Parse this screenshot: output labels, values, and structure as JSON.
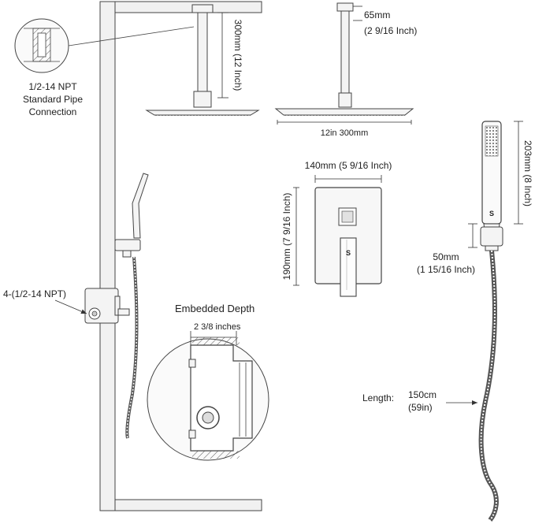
{
  "labels": {
    "npt_line1": "1/2-14 NPT",
    "npt_line2": "Standard Pipe",
    "npt_line3": "Connection",
    "four_npt": "4-(1/2-14 NPT)",
    "arm_height": "300mm (12 Inch)",
    "arm_diameter_mm": "65mm",
    "arm_diameter_in": "(2 9/16 Inch)",
    "head_width": "12in 300mm",
    "valve_width": "140mm (5 9/16 Inch)",
    "valve_height": "190mm (7 9/16 Inch)",
    "handheld_length": "203mm (8 Inch)",
    "holder_mm": "50mm",
    "holder_in": "(1 15/16 Inch)",
    "embedded_title": "Embedded Depth",
    "embedded_depth": "2 3/8 inches",
    "hose_label": "Length:",
    "hose_cm": "150cm",
    "hose_in": "(59in)",
    "logo_mark": "S"
  }
}
